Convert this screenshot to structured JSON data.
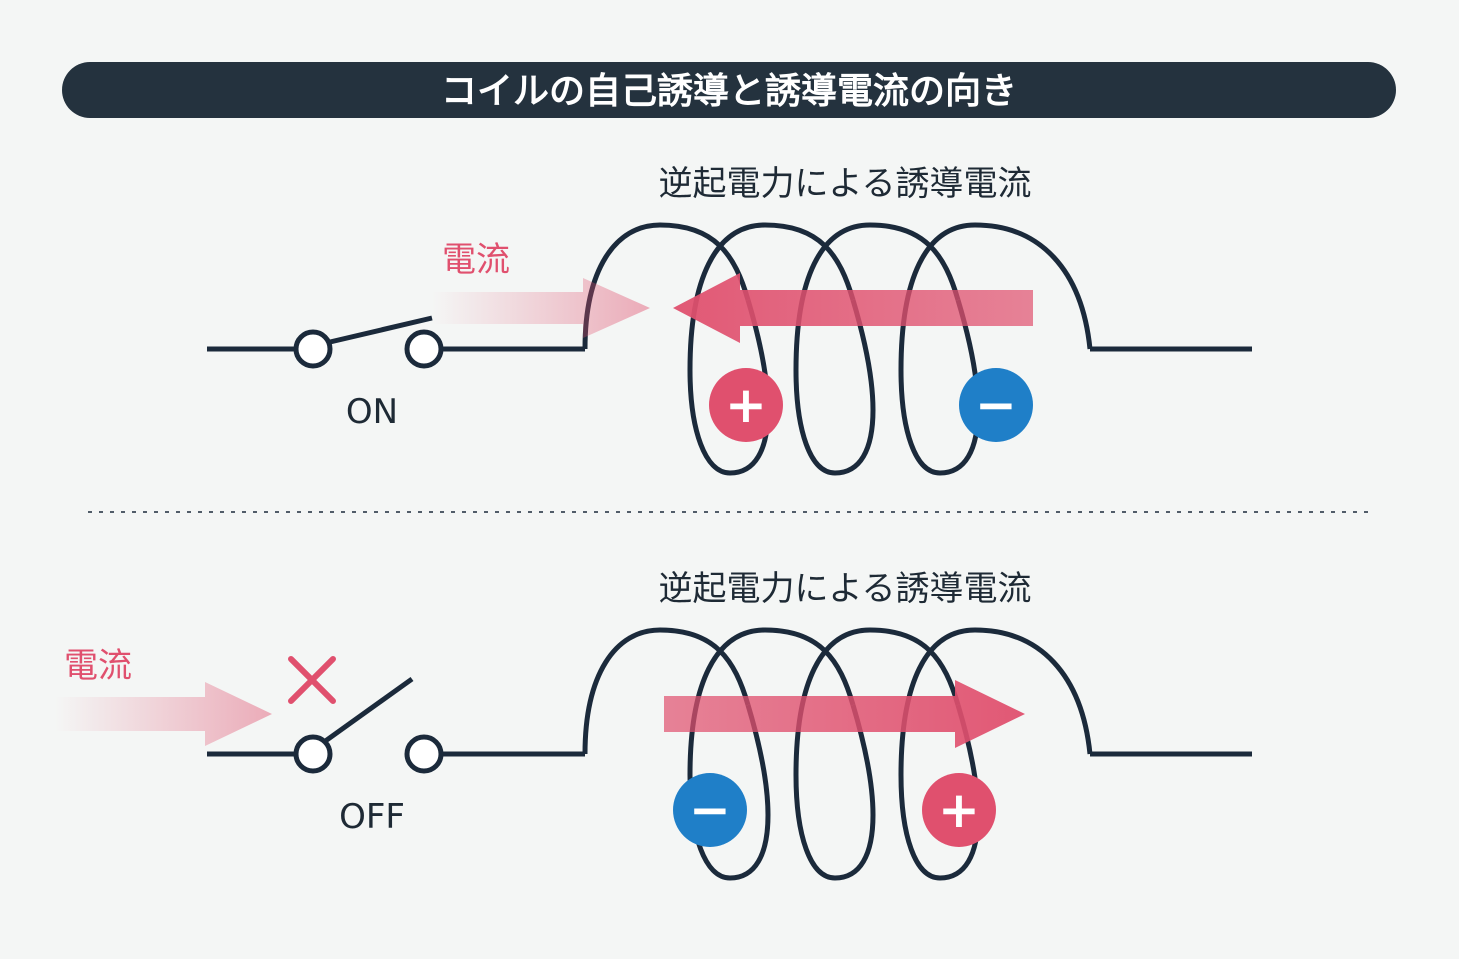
{
  "title": "コイルの自己誘導と誘導電流の向き",
  "panels": [
    {
      "id": "on",
      "switch_label": "ON",
      "current_label": "電流",
      "induced_label": "逆起電力による誘導電流",
      "left_sign": "+",
      "right_sign": "−"
    },
    {
      "id": "off",
      "switch_label": "OFF",
      "current_label": "電流",
      "induced_label": "逆起電力による誘導電流",
      "left_sign": "−",
      "right_sign": "+"
    }
  ],
  "colors": {
    "banner": "#24323e",
    "wire": "#1b2a3b",
    "current": "#e0506e",
    "positive": "#e0506e",
    "negative": "#1f7fc8",
    "background": "#f4f6f5"
  }
}
